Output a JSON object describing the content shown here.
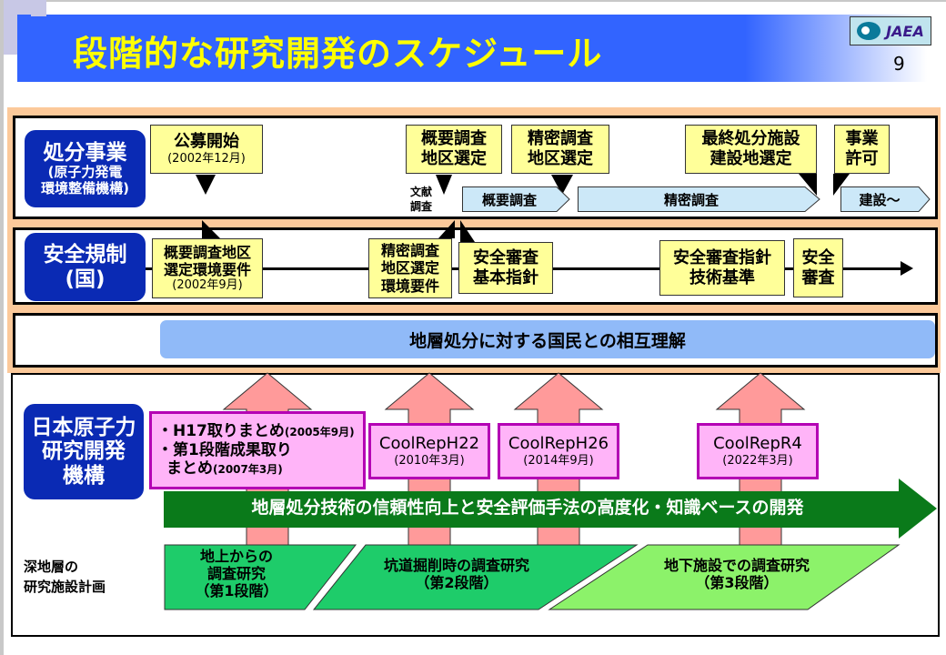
{
  "header": {
    "title": "段階的な研究開発のスケジュール",
    "logo_text": "JAEA",
    "page_number": "9"
  },
  "rows": {
    "disposal_business": {
      "label_main": "処分事業",
      "label_sub1": "(原子力発電",
      "label_sub2": "環境整備機構)",
      "milestones": [
        {
          "line1": "公募開始",
          "line2": "(2002年12月)"
        },
        {
          "line1": "概要調査",
          "line2": "地区選定"
        },
        {
          "line1": "精密調査",
          "line2": "地区選定"
        },
        {
          "line1": "最終処分施設",
          "line2": "建設地選定"
        },
        {
          "line1": "事業",
          "line2": "許可"
        }
      ],
      "literature_label_1": "文献",
      "literature_label_2": "調査",
      "phases": [
        "概要調査",
        "精密調査",
        "建設～"
      ]
    },
    "safety_regulation": {
      "label_main": "安全規制",
      "label_sub": "(国)",
      "milestones": [
        {
          "line1": "概要調査地区",
          "line2": "選定環境要件",
          "line3": "(2002年9月)"
        },
        {
          "line1": "精密調査",
          "line2": "地区選定",
          "line3": "環境要件"
        },
        {
          "line1": "安全審査",
          "line2": "基本指針"
        },
        {
          "line1": "安全審査指針",
          "line2": "技術基準"
        },
        {
          "line1": "安全",
          "line2": "審査"
        }
      ]
    },
    "public_understanding": {
      "label": "地層処分に対する国民との相互理解"
    },
    "jaea": {
      "label_1": "日本原子力",
      "label_2": "研究開発",
      "label_3": "機構",
      "reports": [
        {
          "line1": "・H17取りまとめ",
          "line1_date": "(2005年9月)",
          "line2": "・第1段階成果取り",
          "line3": "まとめ",
          "line3_date": "(2007年3月)"
        },
        {
          "line1": "CoolRepH22",
          "line2": "(2010年3月)"
        },
        {
          "line1": "CoolRepH26",
          "line2": "(2014年9月)"
        },
        {
          "line1": "CoolRepR4",
          "line2": "(2022年3月)"
        }
      ],
      "main_arrow": "地層処分技術の信頼性向上と安全評価手法の高度化・知識ベースの開発",
      "facility_label_1": "深地層の",
      "facility_label_2": "研究施設計画",
      "stages": [
        {
          "line1": "地上からの",
          "line2": "調査研究",
          "line3": "（第1段階）"
        },
        {
          "line1": "坑道掘削時の調査研究",
          "line2": "（第2段階）"
        },
        {
          "line1": "地下施設での調査研究",
          "line2": "（第3段階）"
        }
      ]
    }
  },
  "colors": {
    "title_bar": "#3264ff",
    "title_text": "#ffff00",
    "peach_bg": "#fcc99a",
    "label_blue": "#0a2ab4",
    "milestone_yellow": "#ffff99",
    "phase_blue": "#cce8f8",
    "public_bar": "#90baf8",
    "report_pink": "#ffb4f8",
    "report_border": "#b400b4",
    "pink_arrow": "#ff9a9a",
    "main_arrow_green": "#0a7a1a",
    "stage_green": "#1ecc6a",
    "stage3_green": "#8cf26a"
  }
}
